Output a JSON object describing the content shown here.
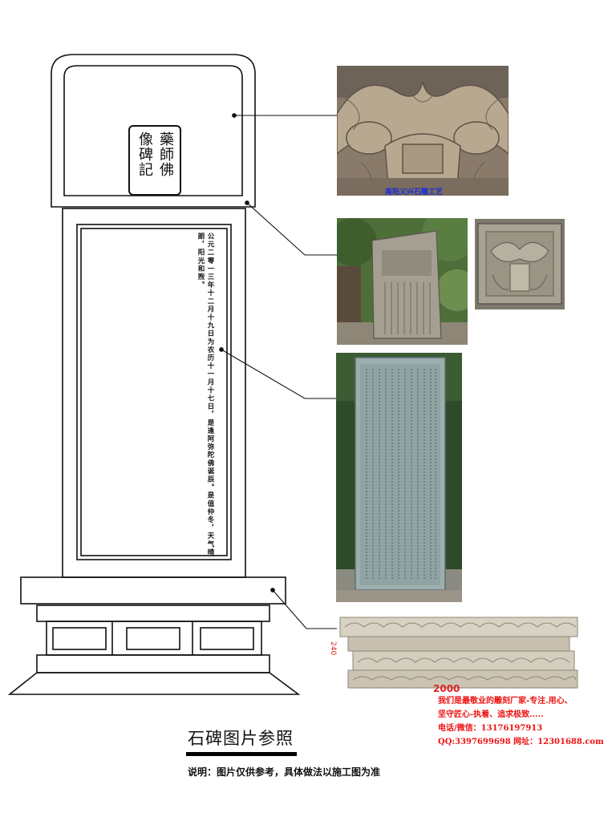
{
  "diagram": {
    "seal_text": [
      "藥師佛",
      "像碑記"
    ],
    "inscription": "公元二零一三年十二月十九日为农历十一月十七日，是逢阿弥陀佛诞辰。是值仲冬，天气晴朗，阳光和煦。"
  },
  "photos": {
    "dragon_carving_watermark": "南阳义兴石雕工艺"
  },
  "red_marks": {
    "side": "240",
    "bottom": "2000"
  },
  "company": {
    "line1": "我们是最敬业的雕刻厂家-专注.用心、",
    "line2": "坚守匠心-执着、追求极致.....",
    "phone": "电话/微信：13176197913",
    "qq_web": "QQ:3397699698 网址：12301688.com"
  },
  "caption": {
    "title": "石碑图片参照",
    "note": "说明：图片仅供参考，具体做法以施工图为准"
  }
}
